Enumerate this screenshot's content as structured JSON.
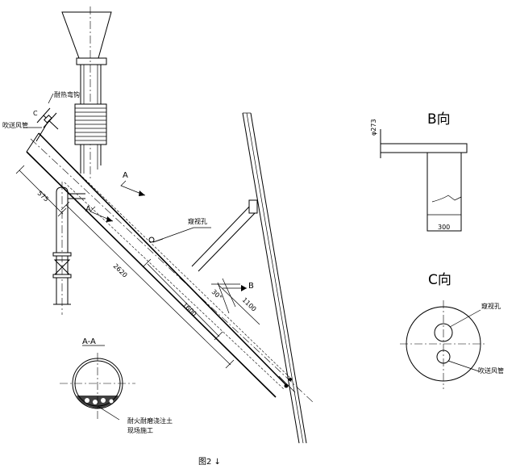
{
  "labels": {
    "heat_elbow": "耐热弯钩",
    "blow_pipe_left": "吹送风管",
    "marker_c": "C",
    "marker_a1": "A",
    "marker_a2": "A",
    "marker_b": "B",
    "peephole_main": "窥视孔",
    "section_aa": "A-A",
    "refractory_note_1": "耐火耐磨浇注土",
    "refractory_note_2": "现场施工",
    "view_b_title": "B向",
    "view_c_title": "C向",
    "peephole_c": "窥视孔",
    "blow_pipe_c": "吹送风管",
    "figure_caption": "图2 ↓"
  },
  "dimensions": {
    "d_575": "575",
    "d_2620": "2620",
    "d_1600": "1600",
    "d_1100": "1100",
    "d_phi273": "φ273",
    "d_300": "300",
    "d_30deg": "30°"
  },
  "colors": {
    "line": "#000000",
    "background": "#ffffff"
  }
}
